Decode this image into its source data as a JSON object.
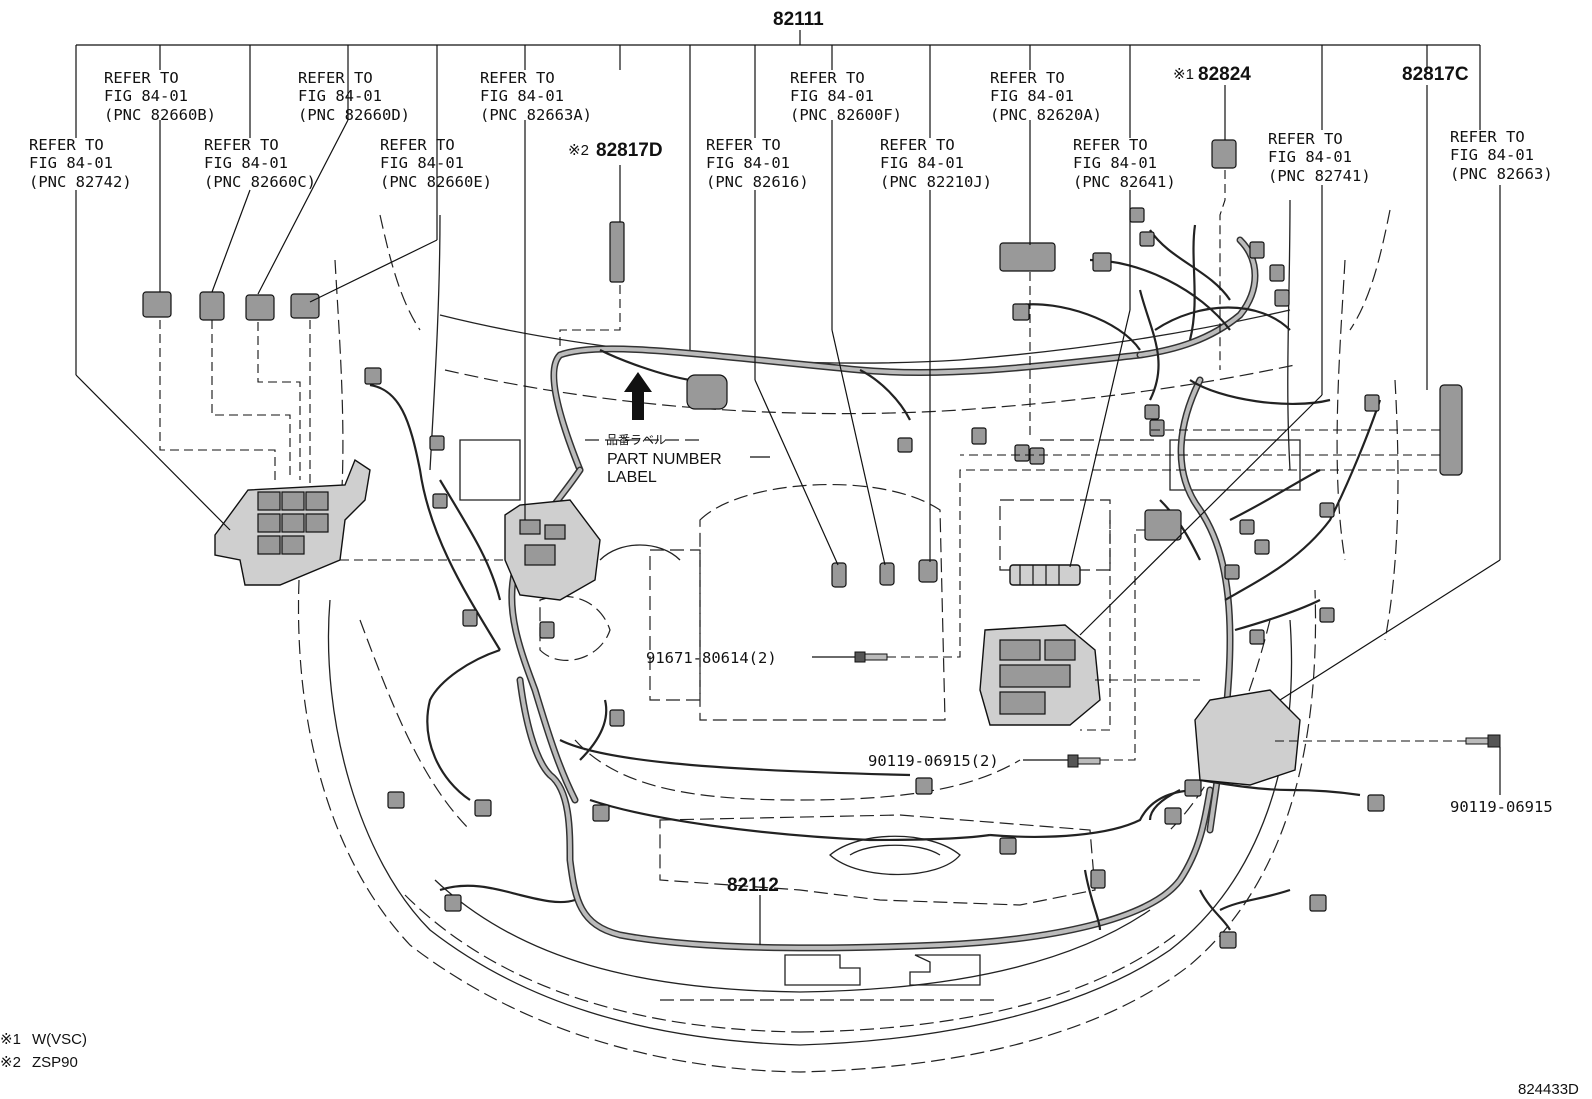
{
  "diagram": {
    "harness_main_pn": "82111",
    "harness_sub_pn": "82112",
    "figure_code": "824433D",
    "callouts": [
      {
        "l1": "REFER TO",
        "l2": "FIG 84-01",
        "l3": "(PNC 82742)"
      },
      {
        "l1": "REFER TO",
        "l2": "FIG 84-01",
        "l3": "(PNC 82660B)"
      },
      {
        "l1": "REFER TO",
        "l2": "FIG 84-01",
        "l3": "(PNC 82660C)"
      },
      {
        "l1": "REFER TO",
        "l2": "FIG 84-01",
        "l3": "(PNC 82660D)"
      },
      {
        "l1": "REFER TO",
        "l2": "FIG 84-01",
        "l3": "(PNC 82660E)"
      },
      {
        "l1": "REFER TO",
        "l2": "FIG 84-01",
        "l3": "(PNC 82663A)"
      },
      {
        "l1": "REFER TO",
        "l2": "FIG 84-01",
        "l3": "(PNC 82616)"
      },
      {
        "l1": "REFER TO",
        "l2": "FIG 84-01",
        "l3": "(PNC 82600F)"
      },
      {
        "l1": "REFER TO",
        "l2": "FIG 84-01",
        "l3": "(PNC 82210J)"
      },
      {
        "l1": "REFER TO",
        "l2": "FIG 84-01",
        "l3": "(PNC 82620A)"
      },
      {
        "l1": "REFER TO",
        "l2": "FIG 84-01",
        "l3": "(PNC 82641)"
      },
      {
        "l1": "REFER TO",
        "l2": "FIG 84-01",
        "l3": "(PNC 82741)"
      },
      {
        "l1": "REFER TO",
        "l2": "FIG 84-01",
        "l3": "(PNC 82663)"
      }
    ],
    "marked_parts": [
      {
        "mark": "※2",
        "pn": "82817D"
      },
      {
        "mark": "※1",
        "pn": "82824"
      },
      {
        "mark": "",
        "pn": "82817C"
      }
    ],
    "label": {
      "jp": "品番ラベル",
      "line1": "PART NUMBER",
      "line2": "LABEL"
    },
    "fasteners": [
      {
        "pn": "91671-80614(2)"
      },
      {
        "pn": "90119-06915(2)"
      },
      {
        "pn": "90119-06915"
      }
    ],
    "notes": [
      {
        "mark": "※1",
        "text": "W(VSC)"
      },
      {
        "mark": "※2",
        "text": "ZSP90"
      }
    ]
  }
}
